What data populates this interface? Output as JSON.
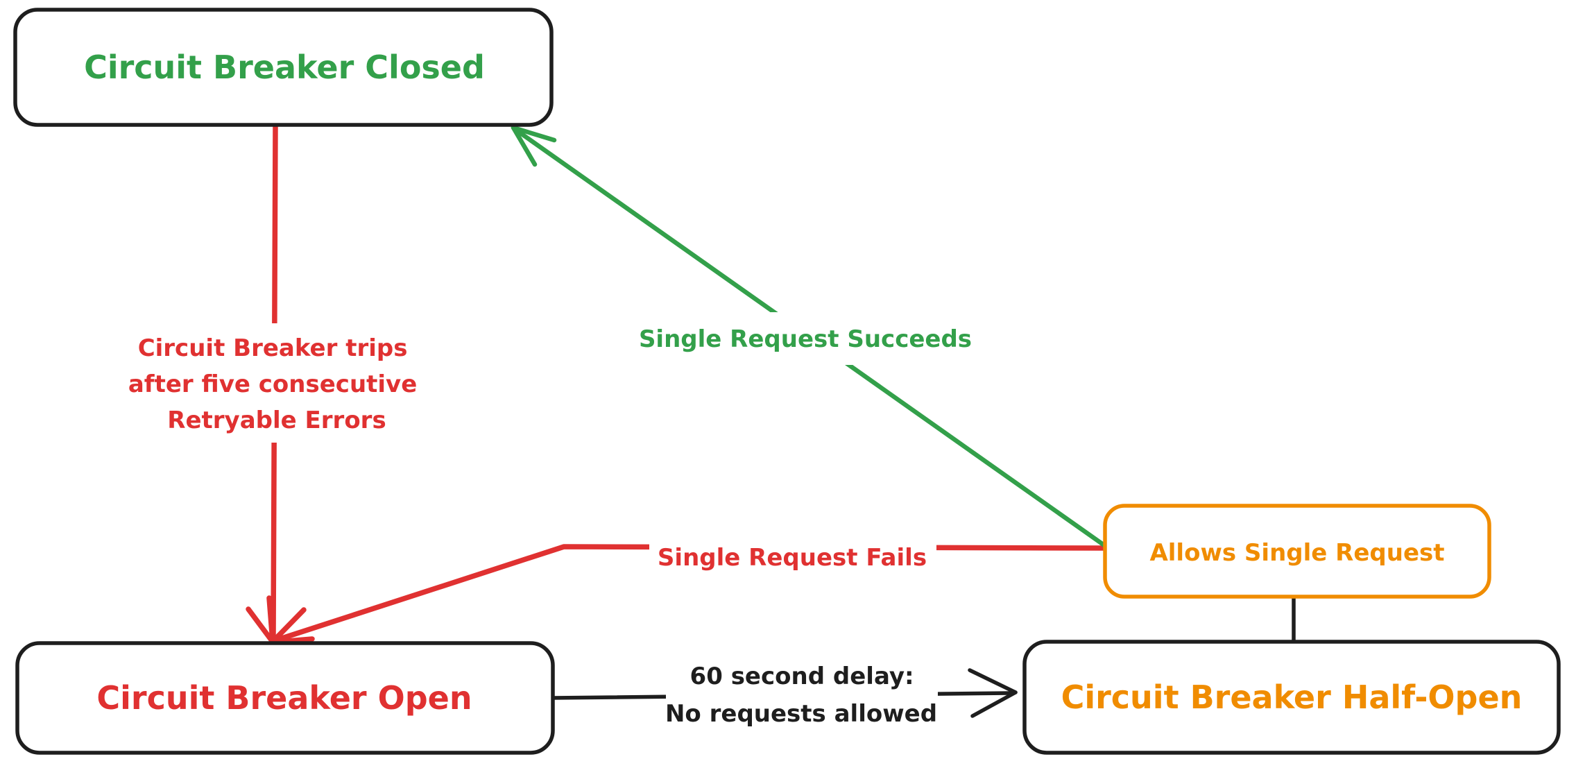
{
  "colors": {
    "ink": "#1e1e1e",
    "green": "#33a04a",
    "red": "#e03131",
    "orange": "#f08c00"
  },
  "nodes": {
    "closed": {
      "label": "Circuit Breaker Closed"
    },
    "open": {
      "label": "Circuit Breaker Open"
    },
    "half_open": {
      "label": "Circuit Breaker Half-Open"
    },
    "allows": {
      "label": "Allows Single Request"
    }
  },
  "edges": {
    "trip": {
      "label_lines": [
        "Circuit Breaker trips",
        "after five consecutive",
        "Retryable Errors"
      ],
      "from": "Circuit Breaker Closed",
      "to": "Circuit Breaker Open"
    },
    "succeed": {
      "label": "Single Request Succeeds",
      "from": "Allows Single Request",
      "to": "Circuit Breaker Closed"
    },
    "fail": {
      "label": "Single Request Fails",
      "from": "Allows Single Request",
      "to": "Circuit Breaker Open"
    },
    "delay": {
      "label_lines": [
        "60 second delay:",
        "No requests allowed"
      ],
      "from": "Circuit Breaker Open",
      "to": "Circuit Breaker Half-Open"
    }
  }
}
